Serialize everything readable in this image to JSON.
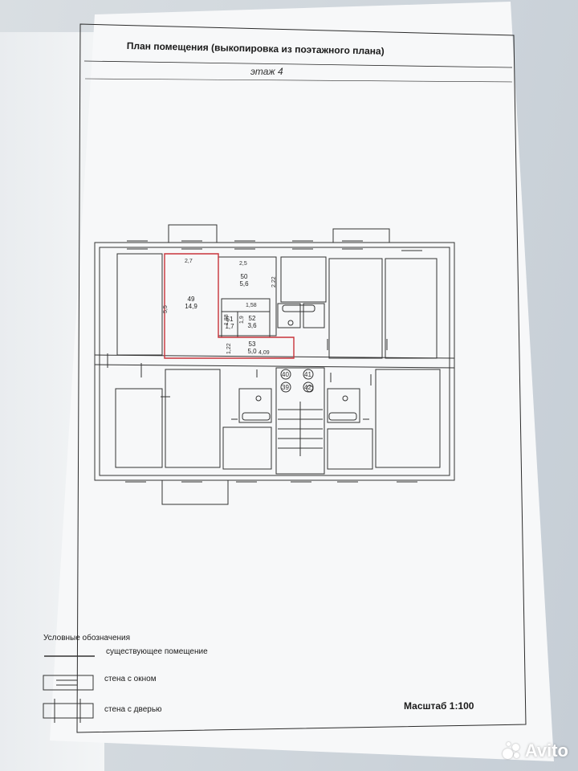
{
  "document": {
    "title": "План  помещения (выкопировка из поэтажного плана)",
    "floor": "этаж 4",
    "scale": "Масштаб 1:100"
  },
  "plan": {
    "rooms": [
      {
        "number": "49",
        "area": "14,9"
      },
      {
        "number": "50",
        "area": "5,6"
      },
      {
        "number": "51",
        "area": "1,7"
      },
      {
        "number": "52",
        "area": "3,6"
      },
      {
        "number": "53",
        "area": "5,0"
      }
    ],
    "dimensions": {
      "d1": "2,7",
      "d2": "2,5",
      "d3": "5,5",
      "d4": "2,22",
      "d5": "1,58",
      "d6": "1,88",
      "d7": "1,9",
      "d8": "1,22",
      "d9": "4,09"
    },
    "stair_numbers": {
      "n40": "40",
      "n41": "41",
      "n39": "39",
      "n42": "42"
    }
  },
  "legend": {
    "title": "Условные обозначения",
    "existing": "существующее помещение",
    "window": "стена с окном",
    "door": "стена с дверью"
  },
  "watermark": {
    "text": "Avito"
  }
}
